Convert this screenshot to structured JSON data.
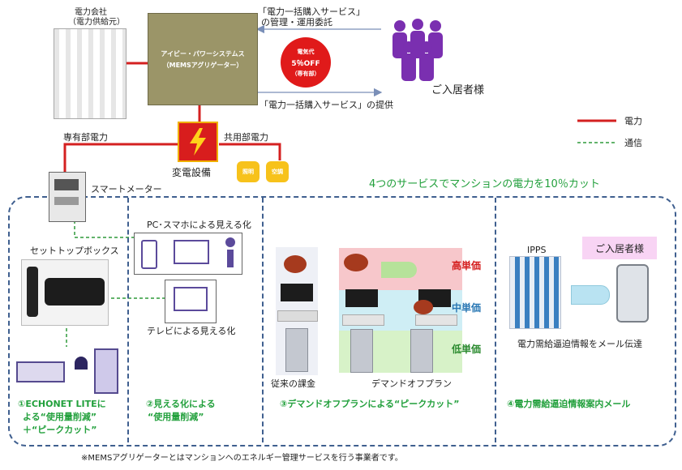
{
  "power_company": {
    "line1": "電力会社",
    "line2": "（電力供給元）"
  },
  "aggregator": {
    "line1": "アイビー・パワーシステムス",
    "line2": "（MEMSアグリゲーター）"
  },
  "arrow_top": {
    "line1": "「電力一括購入サービス」",
    "line2": "の管理・運用委託"
  },
  "arrow_bottom": "「電力一括購入サービス」の提供",
  "discount": {
    "line1": "電気代",
    "line2": "5％OFF",
    "line3": "（専有部）"
  },
  "residents_label": "ご入居者様",
  "legend": {
    "power": "電力",
    "comm": "通信",
    "power_color": "#d42020",
    "comm_color": "#2e9a3a"
  },
  "substation": {
    "label": "変電設備",
    "icon": "lightning-icon"
  },
  "private_power": "専有部電力",
  "common_power": "共用部電力",
  "common_items": [
    "照明",
    "空調"
  ],
  "smart_meter": "スマートメーター",
  "headline": "4つのサービスでマンションの電力を10％カット",
  "set_top_box": "セットトップボックス",
  "pc_visual": "PC･スマホによる見える化",
  "tv_visual": "テレビによる見える化",
  "conventional": "従来の課金",
  "demand_plan": "デマンドオフプラン",
  "price_levels": {
    "high": "高単価",
    "mid": "中単価",
    "low": "低単価"
  },
  "ipps": "IPPS",
  "resident_box": "ご入居者様",
  "mail_text": "電力需給逼迫情報をメール伝達",
  "services": [
    {
      "line1": "①ECHONET LITEに",
      "line2": "よる“使用量削減”",
      "line3": "＋“ピークカット”"
    },
    {
      "line1": "②見える化による",
      "line2": "“使用量削減”"
    },
    {
      "line1": "③デマンドオフプランによる“ピークカット”"
    },
    {
      "line1": "④電力需給逼迫情報案内メール"
    }
  ],
  "footnote": "※MEMSアグリゲーターとはマンションへのエネルギー管理サービスを行う事業者です。"
}
